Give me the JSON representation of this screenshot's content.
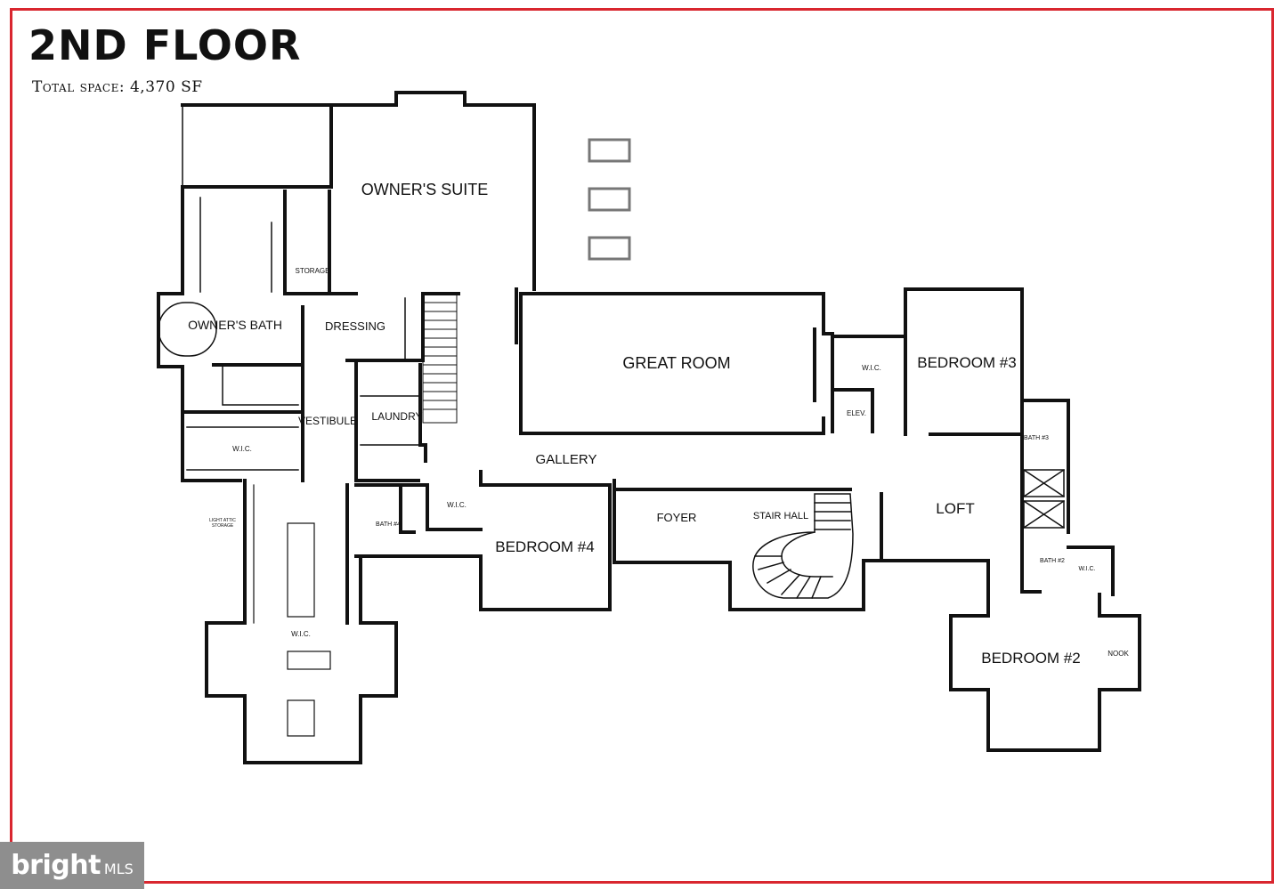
{
  "header": {
    "title": "2ND FLOOR",
    "subtitle": "Total space: 4,370 SF"
  },
  "rooms": {
    "owners_suite": "OWNER'S SUITE",
    "owners_bath": "OWNER'S BATH",
    "dressing": "DRESSING",
    "storage": "STORAGE",
    "great_room": "GREAT ROOM",
    "bedroom3": "BEDROOM #3",
    "wic_b3": "W.I.C.",
    "elev": "ELEV.",
    "bath3": "BATH #3",
    "vestibule": "VESTIBULE",
    "laundry": "LAUNDRY",
    "wic_owner": "W.I.C.",
    "gallery": "GALLERY",
    "bath4": "BATH #4",
    "wic_b4": "W.I.C.",
    "bedroom4": "BEDROOM #4",
    "foyer": "FOYER",
    "stair_hall": "STAIR HALL",
    "loft": "LOFT",
    "bath2": "BATH #2",
    "wic_b2": "W.I.C.",
    "bedroom2": "BEDROOM #2",
    "nook": "NOOK",
    "light_attic_1": "LIGHT ATTIC",
    "light_attic_2": "STORAGE",
    "wic_attic": "W.I.C."
  },
  "logo": {
    "brand": "bright",
    "suffix": "MLS"
  },
  "colors": {
    "frame": "#d9262f",
    "walls": "#111111",
    "logo_bg": "#8e8e8e"
  }
}
